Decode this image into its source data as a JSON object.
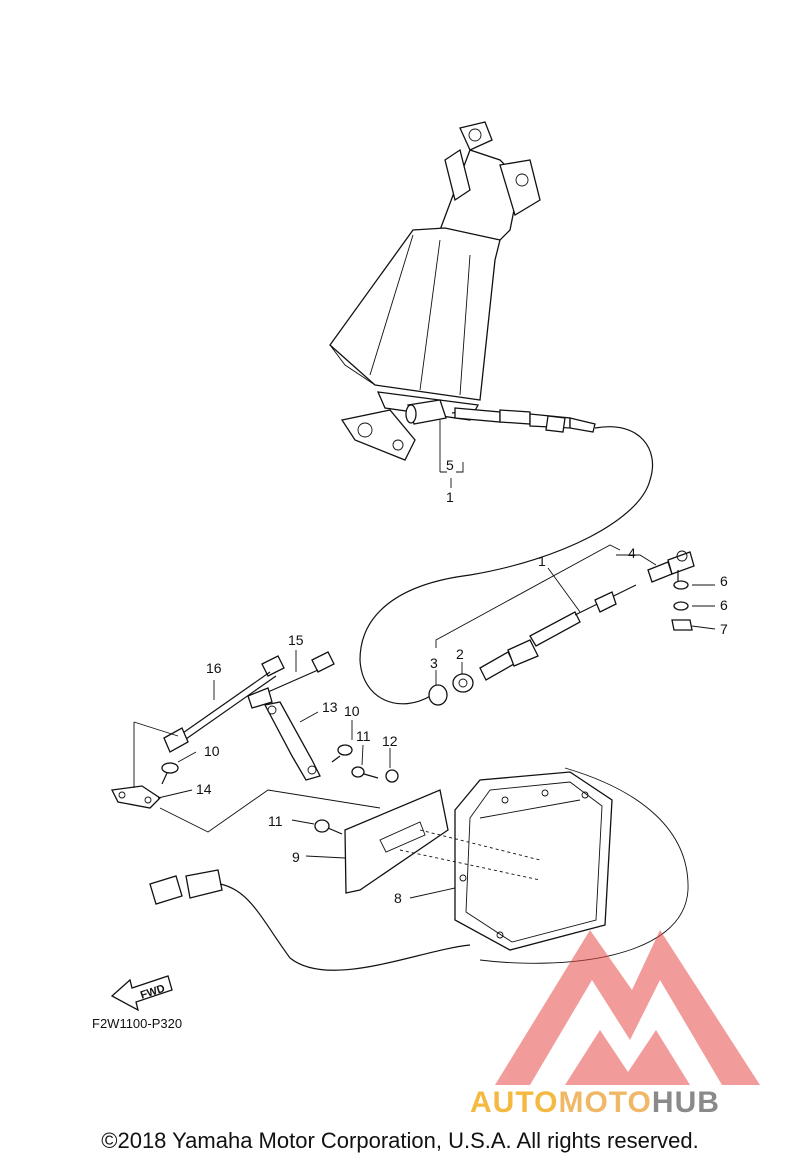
{
  "callouts": [
    {
      "id": "c5",
      "text": "5"
    },
    {
      "id": "c1a",
      "text": "1"
    },
    {
      "id": "c1b",
      "text": "1"
    },
    {
      "id": "c4",
      "text": "4"
    },
    {
      "id": "c6a",
      "text": "6"
    },
    {
      "id": "c6b",
      "text": "6"
    },
    {
      "id": "c7",
      "text": "7"
    },
    {
      "id": "c3",
      "text": "3"
    },
    {
      "id": "c2",
      "text": "2"
    },
    {
      "id": "c16",
      "text": "16"
    },
    {
      "id": "c15",
      "text": "15"
    },
    {
      "id": "c13",
      "text": "13"
    },
    {
      "id": "c10a",
      "text": "10"
    },
    {
      "id": "c10b",
      "text": "10"
    },
    {
      "id": "c11a",
      "text": "11"
    },
    {
      "id": "c11b",
      "text": "11"
    },
    {
      "id": "c12",
      "text": "12"
    },
    {
      "id": "c14",
      "text": "14"
    },
    {
      "id": "c9",
      "text": "9"
    },
    {
      "id": "c8",
      "text": "8"
    }
  ],
  "fwd_label": "FWD",
  "figure_code": "F2W1100-P320",
  "copyright": "©2018 Yamaha Motor Corporation, U.S.A. All rights reserved.",
  "watermark": {
    "part1": "AUTO",
    "part2": "MOTO",
    "part3": "HUB"
  },
  "colors": {
    "watermark_red": "#e84a4a",
    "watermark_orange": "#f5b942",
    "watermark_gray": "#8a8a8a"
  }
}
